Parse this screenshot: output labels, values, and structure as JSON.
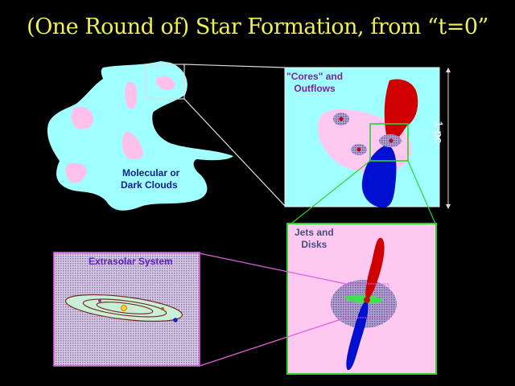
{
  "title": "(One Round of) Star Formation, from “t=0”",
  "panels": {
    "clouds": {
      "label_line1": "Molecular or",
      "label_line2": "Dark Clouds"
    },
    "cores": {
      "label_line1": "\"Cores\" and",
      "label_line2": "Outflows"
    },
    "jets": {
      "label_line1": "Jets and",
      "label_line2": "Disks"
    },
    "extrasolar": {
      "label": "Extrasolar System"
    }
  },
  "scale_bar": {
    "label": "1 pc"
  },
  "colors": {
    "background": "#000000",
    "title": "#f0f050",
    "cloud": "#a0ffff",
    "core_pink": "#ffc8f0",
    "red_lobe": "#d00000",
    "blue_lobe": "#0010d0",
    "zoom_green": "#30d030",
    "zoom_magenta": "#e060e0",
    "label_navy": "#10208c",
    "label_purple": "#80209c",
    "label_slate": "#405080",
    "label_violet": "#6020c0"
  }
}
